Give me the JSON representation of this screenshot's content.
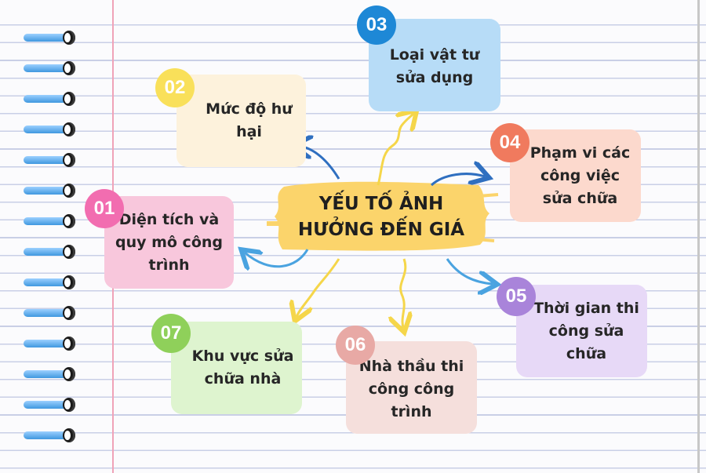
{
  "center": {
    "line1": "YẾU TỐ ẢNH",
    "line2": "HƯỞNG ĐẾN GIÁ"
  },
  "factors": [
    {
      "num": "01",
      "text": "Diện tích và quy mô công trình",
      "badge_color": "#f26db0",
      "card_color": "#f8c7dc"
    },
    {
      "num": "02",
      "text": "Mức độ hư hại",
      "badge_color": "#f9e05a",
      "card_color": "#fdf2dc"
    },
    {
      "num": "03",
      "text": "Loại vật tư sửa dụng",
      "badge_color": "#1e88d6",
      "card_color": "#b7dcf7"
    },
    {
      "num": "04",
      "text": "Phạm vi các công việc sửa chữa",
      "badge_color": "#f07a5e",
      "card_color": "#fcd9cd"
    },
    {
      "num": "05",
      "text": "Thời gian thi công sửa chữa",
      "badge_color": "#a984da",
      "card_color": "#e7d9f7"
    },
    {
      "num": "06",
      "text": "Nhà thầu thi công công trình",
      "badge_color": "#e8a9a5",
      "card_color": "#f5dfdc"
    },
    {
      "num": "07",
      "text": "Khu vực sửa chữa nhà",
      "badge_color": "#8fd05a",
      "card_color": "#def4cf"
    }
  ],
  "colors": {
    "arrow_blue": "#2f6fc0",
    "arrow_lightblue": "#4aa3e0",
    "arrow_yellow": "#f5d64a",
    "brush": "#fbd46b"
  }
}
